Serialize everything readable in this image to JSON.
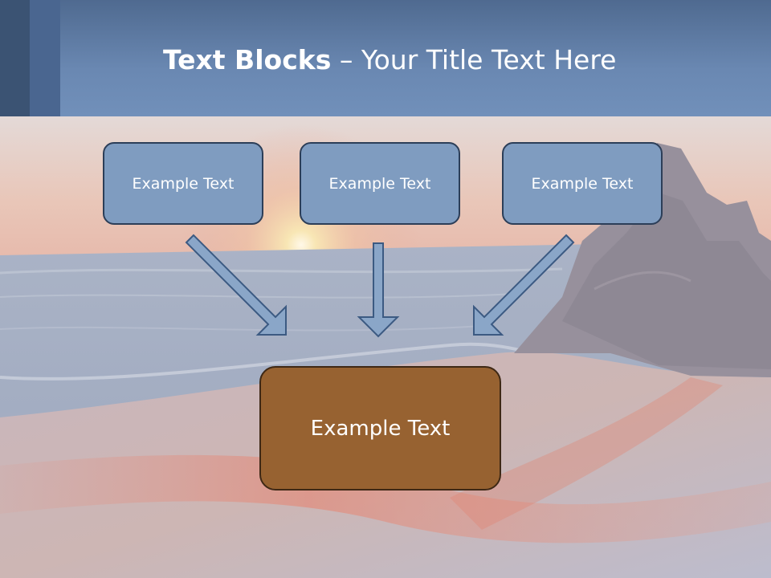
{
  "slide": {
    "title_bold": "Text Blocks",
    "title_dash": " – ",
    "title_rest": "Your Title Text Here"
  },
  "boxes": [
    {
      "label": "Example Text"
    },
    {
      "label": "Example Text"
    },
    {
      "label": "Example Text"
    }
  ],
  "target_box": {
    "label": "Example Text"
  },
  "colors": {
    "header": "#6a88b2",
    "box_fill": "#7f9cc0",
    "target_fill": "#976231",
    "arrow_fill": "#8aa6c8"
  }
}
